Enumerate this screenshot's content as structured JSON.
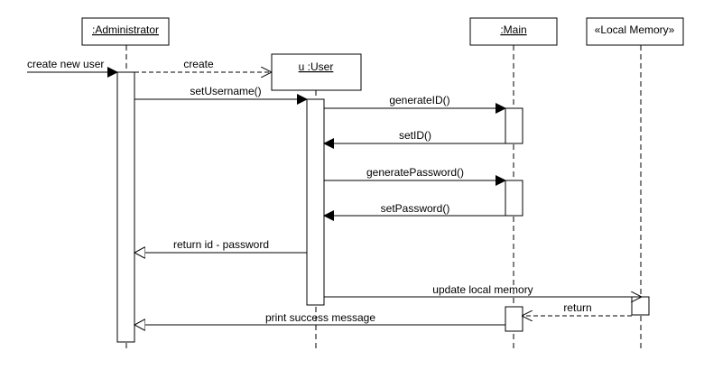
{
  "participants": [
    {
      "id": "admin",
      "label": ":Administrator",
      "underline": true
    },
    {
      "id": "user",
      "label": "u :User",
      "underline": true
    },
    {
      "id": "main",
      "label": ":Main",
      "underline": true
    },
    {
      "id": "mem",
      "label": "«Local Memory»",
      "underline": false
    }
  ],
  "messages": [
    {
      "id": "create-new-user",
      "label": "create new user"
    },
    {
      "id": "create",
      "label": "create"
    },
    {
      "id": "set-username",
      "label": "setUsername()"
    },
    {
      "id": "generate-id",
      "label": "generateID()"
    },
    {
      "id": "set-id",
      "label": "setID()"
    },
    {
      "id": "generate-password",
      "label": "generatePassword()"
    },
    {
      "id": "set-password",
      "label": "setPassword()"
    },
    {
      "id": "return-id-password",
      "label": "return id - password"
    },
    {
      "id": "update-local-memory",
      "label": "update local memory"
    },
    {
      "id": "return",
      "label": "return"
    },
    {
      "id": "print-success-message",
      "label": "print success message"
    }
  ]
}
